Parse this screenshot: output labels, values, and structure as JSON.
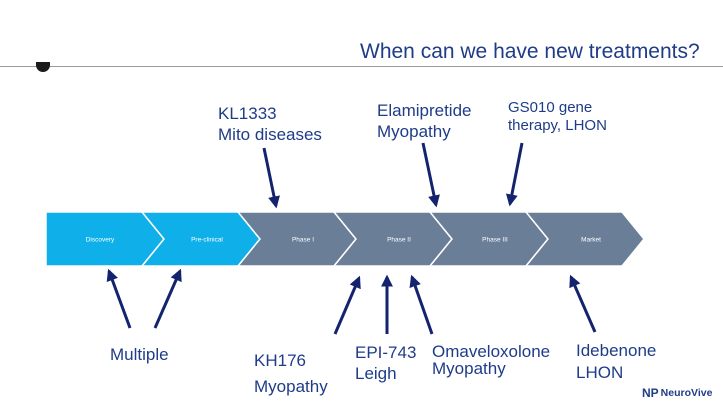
{
  "title": "When can we have new treatments?",
  "stages": [
    "Discovery",
    "Pre-clinical",
    "Phase I",
    "Phase II",
    "Phase III",
    "Market"
  ],
  "colors": {
    "early_stage": "#0fb0ea",
    "late_stage": "#6b7e98",
    "text_blue": "#1f3c88",
    "arrow": "#14236e"
  },
  "labels_above": [
    {
      "line1": "KL1333",
      "line2": "Mito diseases"
    },
    {
      "line1": "Elamipretide",
      "line2": "Myopathy"
    },
    {
      "line1": "GS010 gene",
      "line2": "therapy, LHON"
    }
  ],
  "labels_below": [
    {
      "line1": "Multiple",
      "line2": ""
    },
    {
      "line1": "KH176",
      "line2": "Myopathy"
    },
    {
      "line1": "EPI-743",
      "line2": "Leigh"
    },
    {
      "line1": "Omaveloxolone",
      "line2": "Myopathy"
    },
    {
      "line1": "Idebenone",
      "line2": "LHON"
    }
  ],
  "logo": {
    "mark": "NP",
    "text": "NeuroVive"
  }
}
